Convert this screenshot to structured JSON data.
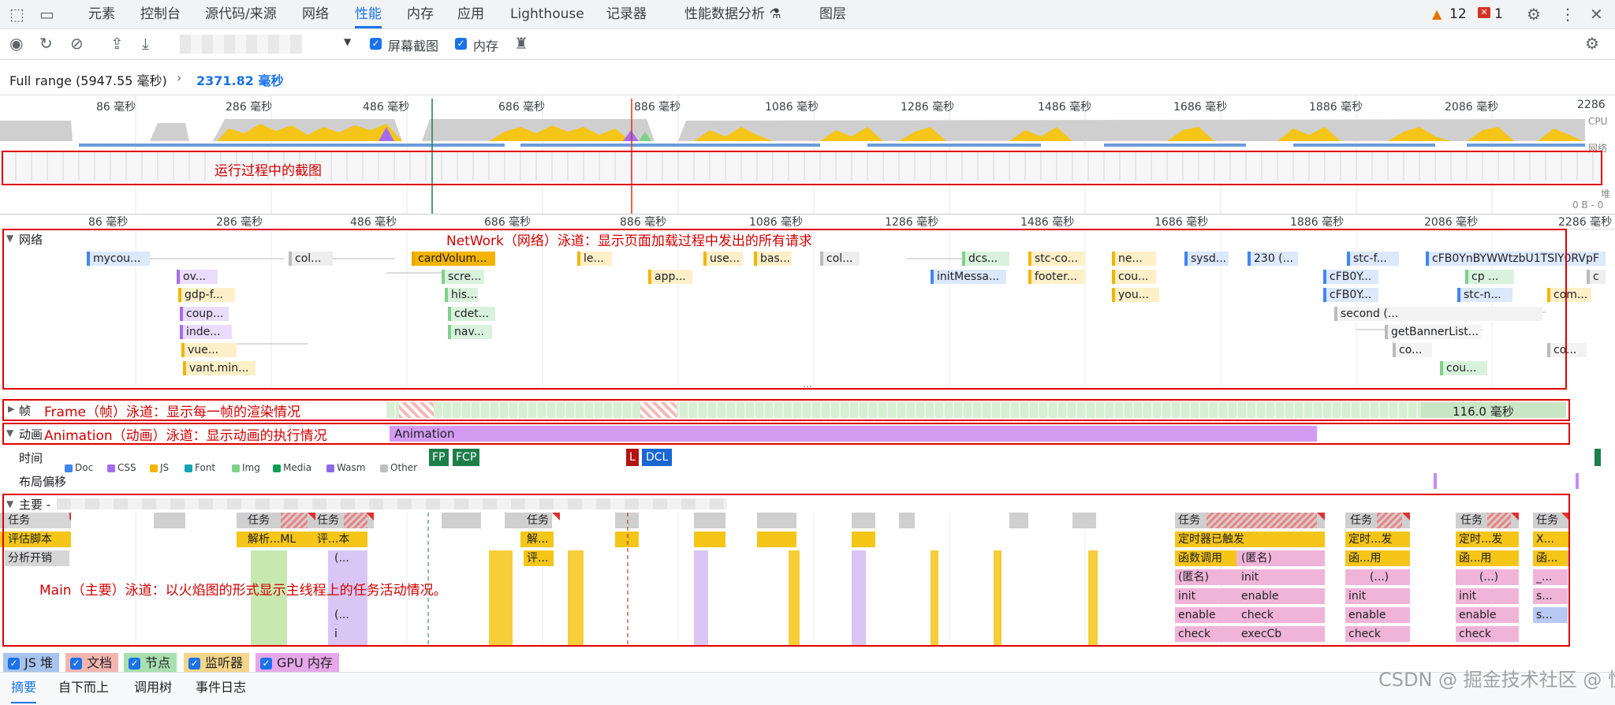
{
  "tabs": [
    "元素",
    "控制台",
    "源代码/来源",
    "网络",
    "性能",
    "内存",
    "应用",
    "Lighthouse",
    "记录器",
    "性能数据分析 ⚗",
    "图层"
  ],
  "warnings": "12",
  "errors": "1",
  "toolbar": {
    "screenshots_label": "屏幕截图",
    "memory_label": "内存"
  },
  "breadcrumb": {
    "full_range": "Full range (5947.55 毫秒)",
    "selection": "2371.82 毫秒"
  },
  "overview_ticks": [
    "86 毫秒",
    "286 毫秒",
    "486 毫秒",
    "686 毫秒",
    "886 毫秒",
    "1086 毫秒",
    "1286 毫秒",
    "1486 毫秒",
    "1686 毫秒",
    "1886 毫秒",
    "2086 毫秒",
    "2286"
  ],
  "overview_labels": {
    "cpu": "CPU",
    "net": "网络",
    "heap": "堆",
    "heap_range": "0 B - 0"
  },
  "main_ticks": [
    "86 毫秒",
    "286 毫秒",
    "486 毫秒",
    "686 毫秒",
    "886 毫秒",
    "1086 毫秒",
    "1286 毫秒",
    "1486 毫秒",
    "1686 毫秒",
    "1886 毫秒",
    "2086 毫秒",
    "2286 毫秒"
  ],
  "annotations": {
    "screenshots": "运行过程中的截图",
    "network": "NetWork（网络）泳道：显示页面加载过程中发出的所有请求",
    "frames": "Frame（帧）泳道：显示每一帧的渲染情况",
    "animation": "Animation（动画）泳道：显示动画的执行情况",
    "main": "Main（主要）泳道：以火焰图的形式显示主线程上的任务活动情况。"
  },
  "network_track": {
    "label": "网络",
    "legend": [
      "Doc",
      "CSS",
      "JS",
      "Font",
      "Img",
      "Media",
      "Wasm",
      "Other"
    ],
    "legend_colors": [
      "#4285f4",
      "#a66cf0",
      "#f4b400",
      "#17a2b8",
      "#7ed08a",
      "#0f9d58",
      "#8a6ae8",
      "#c0c0c0"
    ],
    "requests": [
      "mycou...",
      "col...",
      "cardVolum...",
      "le...",
      "use...",
      "bas...",
      "col...",
      "dcs...",
      "stc-co...",
      "ne...",
      "sysd...",
      "230 (...",
      "stc-f...",
      "cFB0YnBYWWtzbU1TSlY0RVpF",
      "ov...",
      "scre...",
      "app...",
      "initMessa...",
      "footer...",
      "cou...",
      "cFB0Y...",
      "cp ...",
      "c",
      "gdp-f...",
      "his...",
      "you...",
      "cFB0Y...",
      "stc-n...",
      "com...",
      "coup...",
      "cdet...",
      "second (...",
      "inde...",
      "nav...",
      "getBannerList...",
      "vue...",
      "co...",
      "co...",
      "vant.min...",
      "cou..."
    ]
  },
  "frames_track": {
    "label": "帧",
    "frame_time": "116.0 毫秒"
  },
  "animation_track": {
    "label": "动画",
    "bar": "Animation"
  },
  "timings_track": {
    "label": "时间",
    "markers": [
      "FP",
      "FCP",
      "L",
      "DCL"
    ]
  },
  "layout_shift_track": {
    "label": "布局偏移"
  },
  "main_track": {
    "label": "主要 -",
    "row_labels": [
      "任务",
      "评估脚本",
      "分析开销"
    ],
    "blocks": [
      "任务",
      "任务",
      "任务",
      "任务",
      "任务",
      "任务",
      "任务",
      "任务",
      "解析...ML",
      "评...本",
      "解...",
      "定时器已触发",
      "定时...发",
      "定时...发",
      "X...",
      "(...",
      "评...",
      "函数调用",
      "(匿名)",
      "函...用",
      "函...用",
      "函...",
      "(匿名)",
      "init",
      "(...)",
      "(...)",
      "_...",
      "init",
      "enable",
      "init",
      "init",
      "s...",
      "(...",
      "enable",
      "check",
      "enable",
      "enable",
      "s...",
      "i",
      "check",
      "execCb",
      "check",
      "check"
    ]
  },
  "bottom_checks": [
    "JS 堆",
    "文档",
    "节点",
    "监听器",
    "GPU 内存"
  ],
  "bottom_tabs": [
    "摘要",
    "自下而上",
    "调用树",
    "事件日志"
  ],
  "watermark": "CSDN @ 掘金技术社区 @ 悦悦QAQ"
}
